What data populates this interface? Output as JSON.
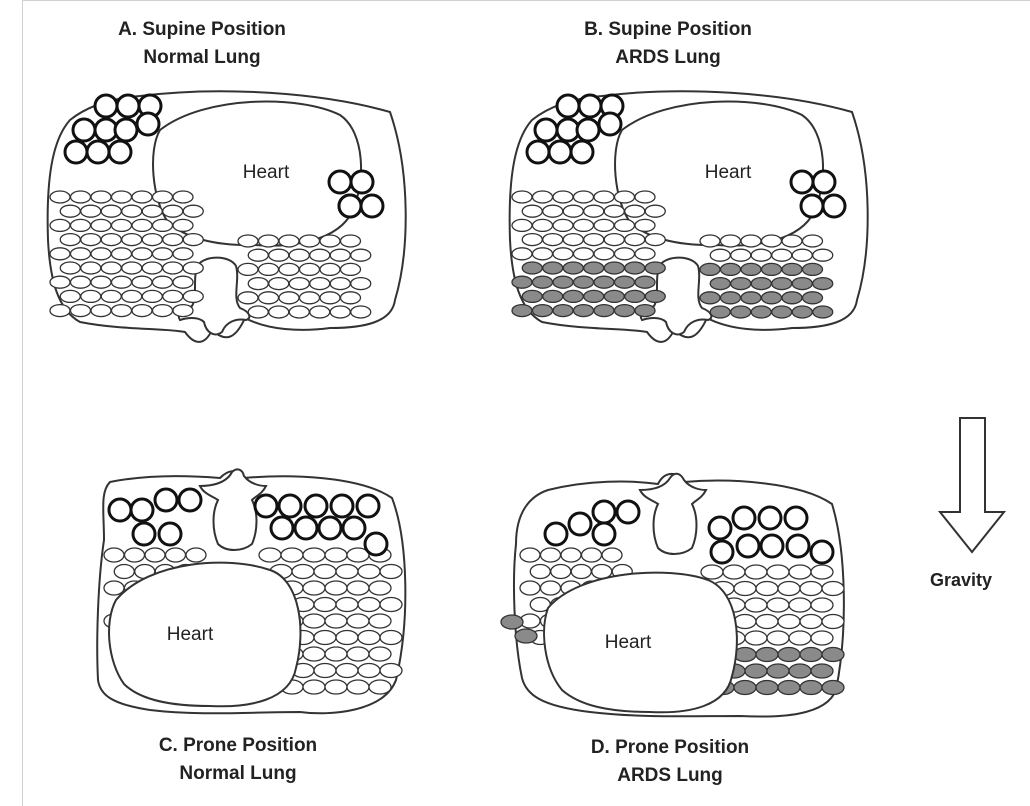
{
  "colors": {
    "outline": "#333333",
    "small_alveolus_fill": "#ffffff",
    "collapsed_alveolus_fill": "#8a8a8a",
    "background": "#ffffff"
  },
  "panels": {
    "a": {
      "title_line1": "A. Supine Position",
      "title_line2": "Normal Lung",
      "heart_label": "Heart"
    },
    "b": {
      "title_line1": "B. Supine Position",
      "title_line2": "ARDS Lung",
      "heart_label": "Heart"
    },
    "c": {
      "title_line1": "C. Prone Position",
      "title_line2": "Normal Lung",
      "heart_label": "Heart"
    },
    "d": {
      "title_line1": "D. Prone Position",
      "title_line2": "ARDS Lung",
      "heart_label": "Heart"
    }
  },
  "gravity": {
    "label": "Gravity",
    "icon": "down-arrow-icon"
  }
}
